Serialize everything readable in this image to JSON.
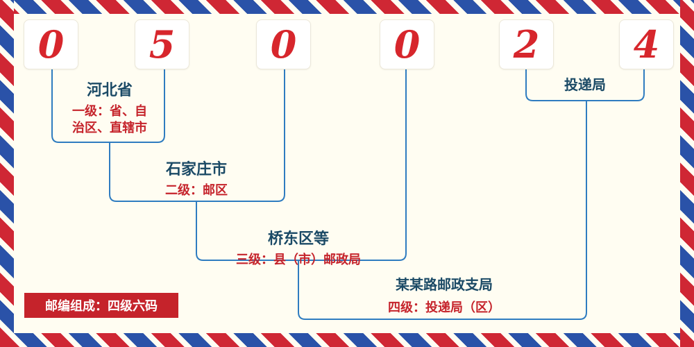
{
  "postal_code": {
    "digits": [
      "0",
      "5",
      "0",
      "0",
      "2",
      "4"
    ]
  },
  "labels": {
    "level1": {
      "name": "河北省",
      "desc_line1": "一级：省、自",
      "desc_line2": "治区、直辖市"
    },
    "level2": {
      "name": "石家庄市",
      "desc": "二级：邮区"
    },
    "level3": {
      "name": "桥东区等",
      "desc": "三级：县（市）邮政局"
    },
    "level4": {
      "name": "某某路邮政支局",
      "desc": "四级：投递局（区）"
    },
    "delivery": {
      "name": "投递局"
    }
  },
  "footer": {
    "composition": "邮编组成：四级六码"
  },
  "colors": {
    "digit_red": "#d7262c",
    "label_dark": "#1b4a66",
    "desc_red": "#c5232b",
    "line_blue": "#2f7cc0",
    "stripe_red": "#cf2734",
    "stripe_blue": "#2a52a8",
    "background": "#fffdf2"
  }
}
